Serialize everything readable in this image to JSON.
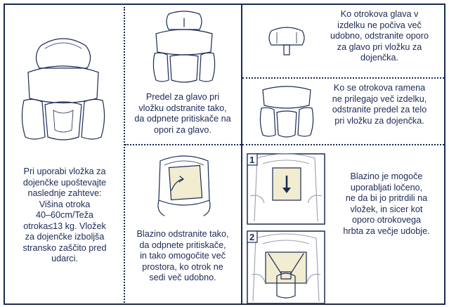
{
  "panels": {
    "left": {
      "text": [
        "Pri uporabi vložka za",
        "dojenčke upoštevajte",
        "naslednje zahteve:",
        "Višina otroka",
        "40–60cm/Teža",
        "otroka≤13 kg. Vložek",
        "za dojenčke izboljša",
        "stransko zaščito pred",
        "udarci."
      ]
    },
    "middle_top": {
      "text": [
        "Predel za glavo pri",
        "vložku odstranite tako,",
        "da odpnete pritiskače na",
        "opori za glavo."
      ]
    },
    "middle_bottom": {
      "text": [
        "Blazino odstranite tako,",
        "da odpnete pritiskače,",
        "in tako omogočite več",
        "prostora, ko otrok ne",
        "sedi več udobno."
      ]
    },
    "right_top": {
      "text": [
        "Ko otrokova glava v",
        "izdelku ne počiva več",
        "udobno, odstranite oporo",
        "za glavo pri vložku za",
        "dojenčka."
      ]
    },
    "right_middle": {
      "text": [
        "Ko se otrokova ramena",
        "ne prilegajo več izdelku,",
        "odstranite predel za telo",
        "pri vložku za dojenčka."
      ]
    },
    "right_bottom": {
      "step1": "1",
      "step2": "2",
      "text": [
        "Blazino je mogoče",
        "uporabljati ločeno,",
        "ne da bi jo pritrdili na",
        "vložek, in sicer kot",
        "oporo otrokovega",
        "hrbta za večje udobje."
      ]
    }
  },
  "colors": {
    "ink": "#1a2a55",
    "pad": "#f2ecd0",
    "seat": "#9aa0ad"
  }
}
